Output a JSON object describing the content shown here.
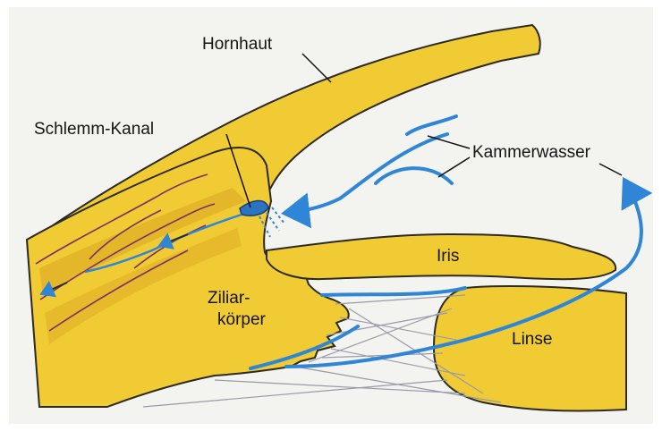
{
  "labels": {
    "hornhaut": "Hornhaut",
    "schlemm": "Schlemm-Kanal",
    "kammerwasser": "Kammerwasser",
    "iris": "Iris",
    "ziliar_line1": "Ziliar-",
    "ziliar_line2": "körper",
    "linse": "Linse"
  },
  "colors": {
    "background": "#f3f3ef",
    "tissue": "#f1cb33",
    "tissue_dark": "#d9a722",
    "outline": "#2d2a22",
    "aqueous_flow": "#2f86d6",
    "vessels": "#7a2f63",
    "zonular_fibers": "#9a9aa8"
  },
  "icons": {
    "flow_arrow": "arrowhead-icon"
  }
}
